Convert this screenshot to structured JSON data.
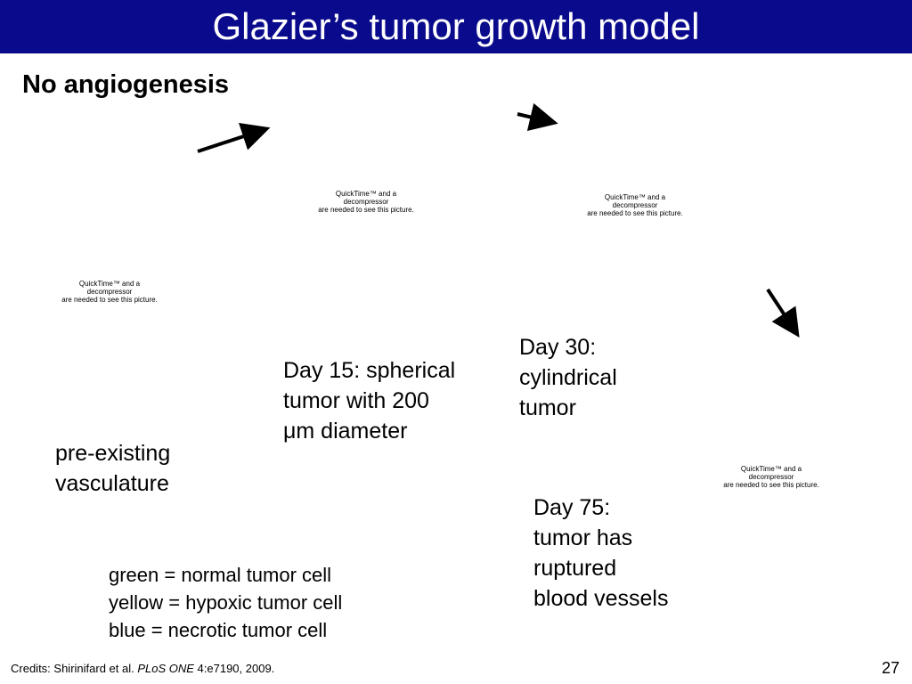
{
  "header": {
    "title": "Glazier’s tumor growth model",
    "bar_color": "#0a0a8c"
  },
  "subtitle": "No angiogenesis",
  "placeholder": {
    "line1": "QuickTime™ and a",
    "line2": "decompressor",
    "line3": "are needed to see this picture."
  },
  "labels": {
    "pre_existing": [
      "pre-existing",
      "vasculature"
    ],
    "day15": [
      "Day 15: spherical",
      "tumor with 200",
      "μm diameter"
    ],
    "day30": [
      "Day 30:",
      "cylindrical",
      "tumor"
    ],
    "day75": [
      "Day 75:",
      "tumor has",
      "ruptured",
      "blood vessels"
    ]
  },
  "legend": [
    "green = normal tumor cell",
    "yellow = hypoxic tumor cell",
    "blue = necrotic tumor cell"
  ],
  "credits": {
    "prefix": "Credits: Shirinifard et al. ",
    "journal": "PLoS ONE",
    "suffix": " 4:e7190, 2009."
  },
  "page_number": "27"
}
